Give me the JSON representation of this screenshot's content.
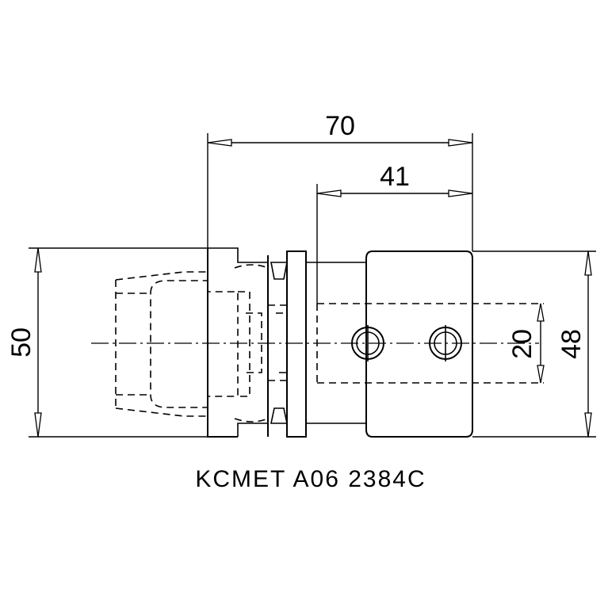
{
  "dimensions": {
    "overall_length": "70",
    "front_length": "41",
    "flange_diameter": "50",
    "body_diameter": "48",
    "bore_spacing": "20"
  },
  "part_number": "KCMET A06 2384C",
  "icons": [
    "cross-hole-icon",
    "cross-hole-icon"
  ]
}
